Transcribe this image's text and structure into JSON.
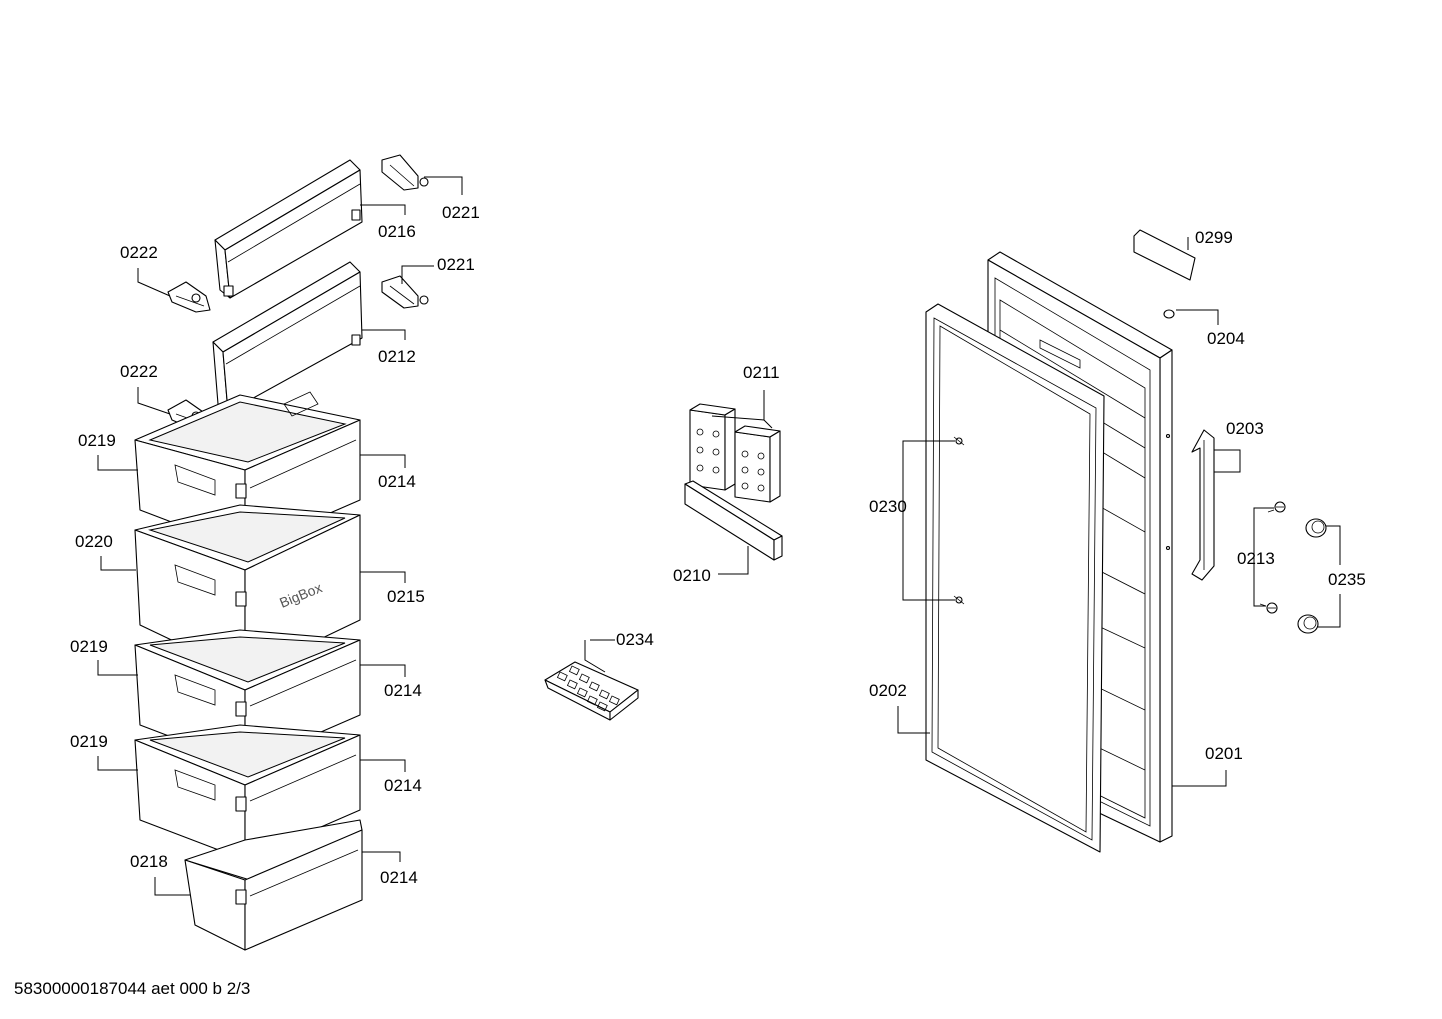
{
  "labels": {
    "p0216": "0216",
    "p0221a": "0221",
    "p0222a": "0222",
    "p0221b": "0221",
    "p0212": "0212",
    "p0222b": "0222",
    "p0219a": "0219",
    "p0214a": "0214",
    "p0220": "0220",
    "p0215": "0215",
    "p0219b": "0219",
    "p0214b": "0214",
    "p0219c": "0219",
    "p0214c": "0214",
    "p0218": "0218",
    "p0214d": "0214",
    "p0211": "0211",
    "p0210": "0210",
    "p0234": "0234",
    "p0230": "0230",
    "p0202": "0202",
    "p0299": "0299",
    "p0204": "0204",
    "p0203": "0203",
    "p0213": "0213",
    "p0235": "0235",
    "p0201": "0201"
  },
  "drawer_text": "BigBox",
  "footer": "58300000187044 aet 000 b 2/3"
}
